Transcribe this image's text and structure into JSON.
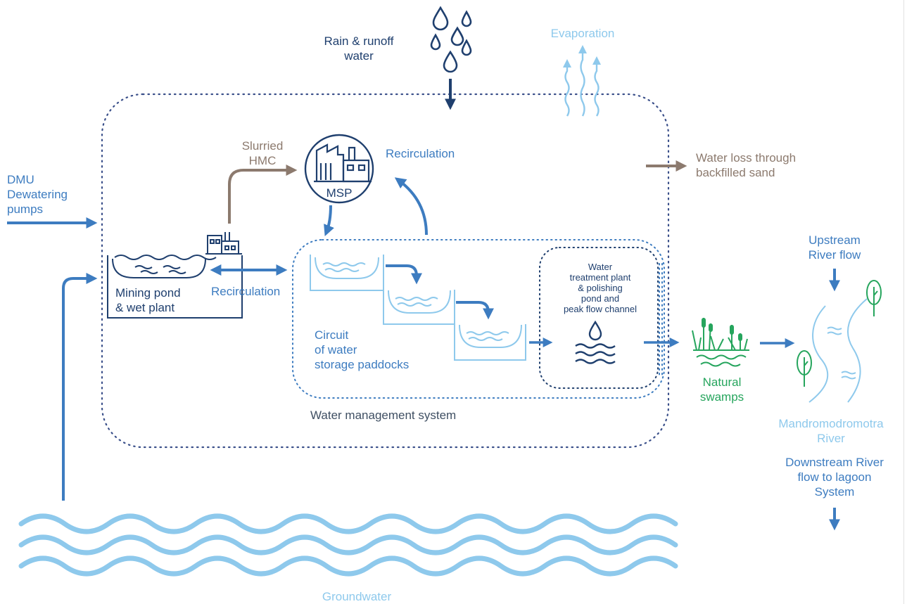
{
  "labels": {
    "rain": "Rain & runoff\nwater",
    "evaporation": "Evaporation",
    "slurried": "Slurried\nHMC",
    "msp": "MSP",
    "recirc_top": "Recirculation",
    "water_loss": "Water loss through\nbackfilled sand",
    "dmu": "DMU\nDewatering\npumps",
    "mining": "Mining pond\n& wet plant",
    "recirc_mid": "Recirculation",
    "treatment": "Water\ntreatment plant\n& polishing\npond and\npeak flow channel",
    "circuit": "Circuit\nof water\nstorage paddocks",
    "upstream": "Upstream\nRiver flow",
    "swamps": "Natural\nswamps",
    "wms": "Water management system",
    "river": "Mandromodromotra\nRiver",
    "downstream": "Downstream River\nflow to lagoon\nSystem",
    "groundwater": "Groundwater"
  },
  "colors": {
    "dark_blue": "#1f3f6e",
    "mid_blue": "#3d7cc0",
    "light_blue": "#8ec9ec",
    "brown": "#8c7a6e",
    "green": "#26a55d"
  }
}
